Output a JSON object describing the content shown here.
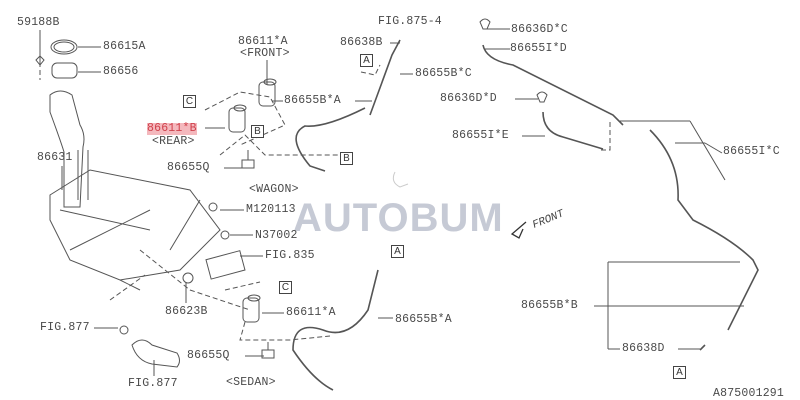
{
  "watermark": "AUTOBUM",
  "direction_label": "FRONT",
  "drawing_id": "A875001291",
  "highlight_color": "#f4b8bd",
  "callouts": {
    "c_59188B": "59188B",
    "c_86615A": "86615A",
    "c_86656": "86656",
    "c_86611A_front": "86611*A",
    "front_note": "<FRONT>",
    "c_86638B": "86638B",
    "fig_875_4": "FIG.875-4",
    "c_86636DC": "86636D*C",
    "c_86655ID": "86655I*D",
    "c_86655BC": "86655B*C",
    "c_86655BA_top": "86655B*A",
    "c_86611B": "86611*B",
    "rear_note": "<REAR>",
    "c_86636DD": "86636D*D",
    "c_86655IE": "86655I*E",
    "c_86655IC": "86655I*C",
    "c_86631": "86631",
    "c_86655Q_top": "86655Q",
    "wagon_note": "<WAGON>",
    "c_M120113": "M120113",
    "c_N37002": "N37002",
    "fig_835": "FIG.835",
    "c_86623B": "86623B",
    "c_86611A_sedan": "86611*A",
    "c_86655BA_bottom": "86655B*A",
    "fig_877_a": "FIG.877",
    "c_86655Q_bottom": "86655Q",
    "fig_877_b": "FIG.877",
    "sedan_note": "<SEDAN>",
    "c_86655BB": "86655B*B",
    "c_86638D": "86638D"
  },
  "ref_boxes": {
    "a": "A",
    "b": "B",
    "c": "C"
  }
}
